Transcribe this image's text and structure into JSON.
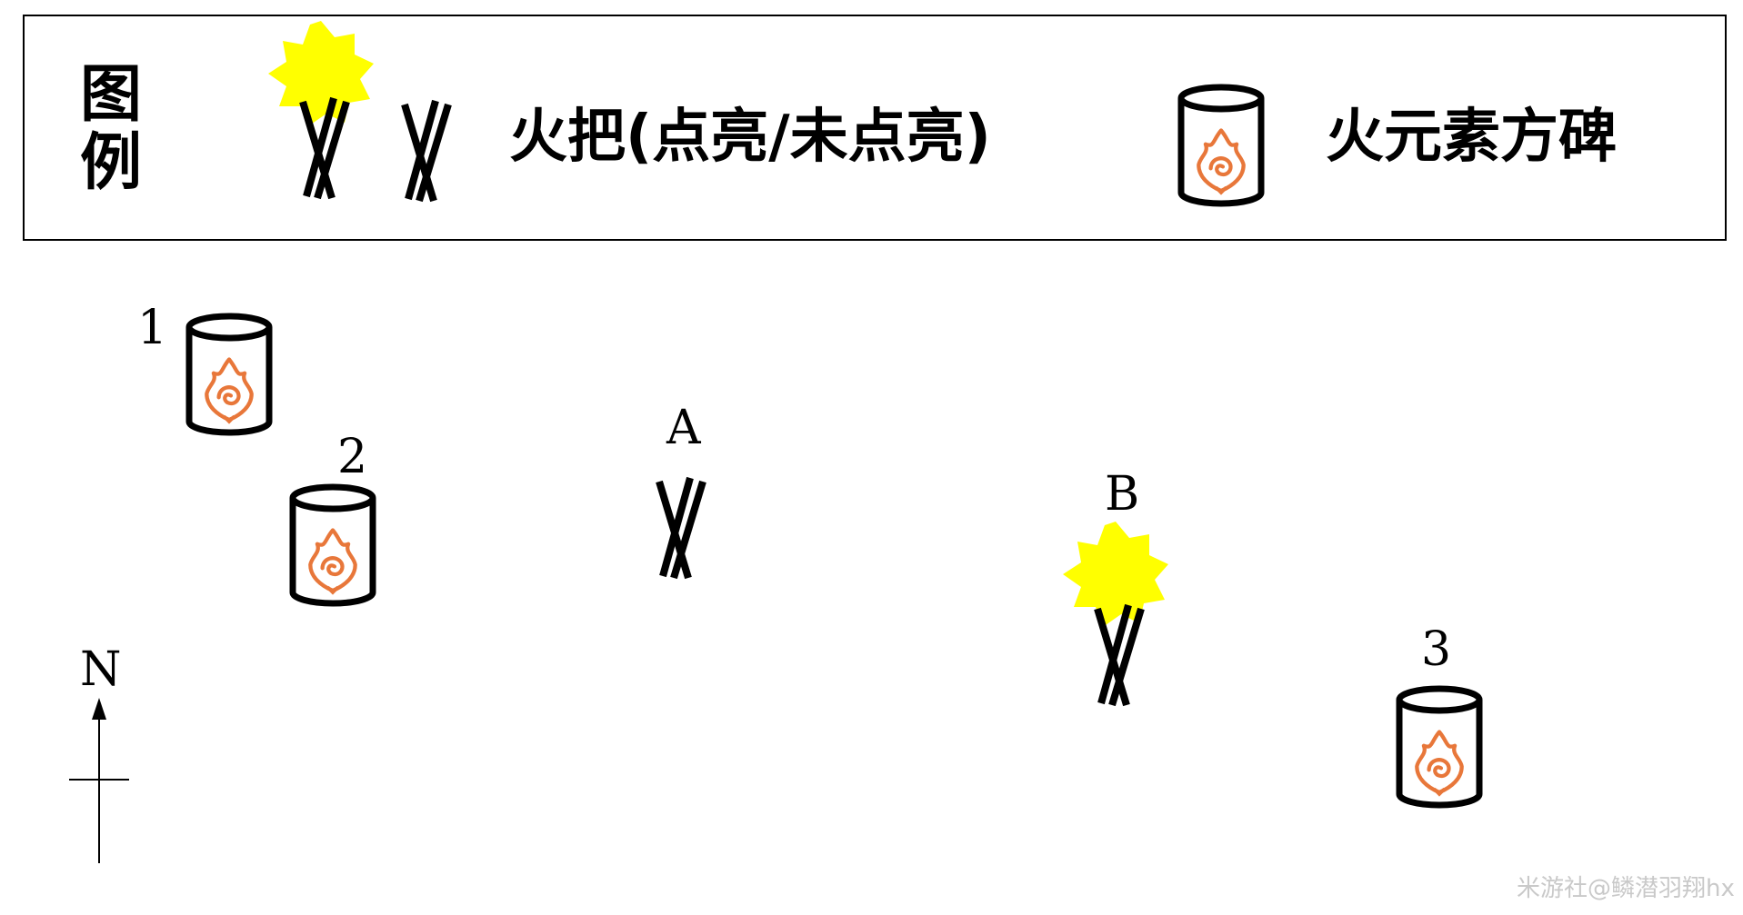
{
  "legend": {
    "title_chars": [
      "图",
      "例"
    ],
    "torch_label": "火把(点亮/未点亮)",
    "monument_label": "火元素方碑"
  },
  "markers": {
    "monuments": [
      "1",
      "2",
      "3"
    ],
    "torches": [
      {
        "label": "A",
        "state": "unlit"
      },
      {
        "label": "B",
        "state": "lit"
      }
    ]
  },
  "compass": {
    "label": "N"
  },
  "watermark": "米游社@鳞潜羽翔hx",
  "icons": {
    "torch": "torch-icon",
    "lit_glow": "lit-torch-glow-icon",
    "monument": "pyro-monument-icon",
    "pyro_emblem": "pyro-emblem-icon",
    "compass_arrow": "north-arrow-icon"
  },
  "colors": {
    "glow": "#ffff00",
    "pyro": "#e8773a",
    "ink": "#000000"
  }
}
